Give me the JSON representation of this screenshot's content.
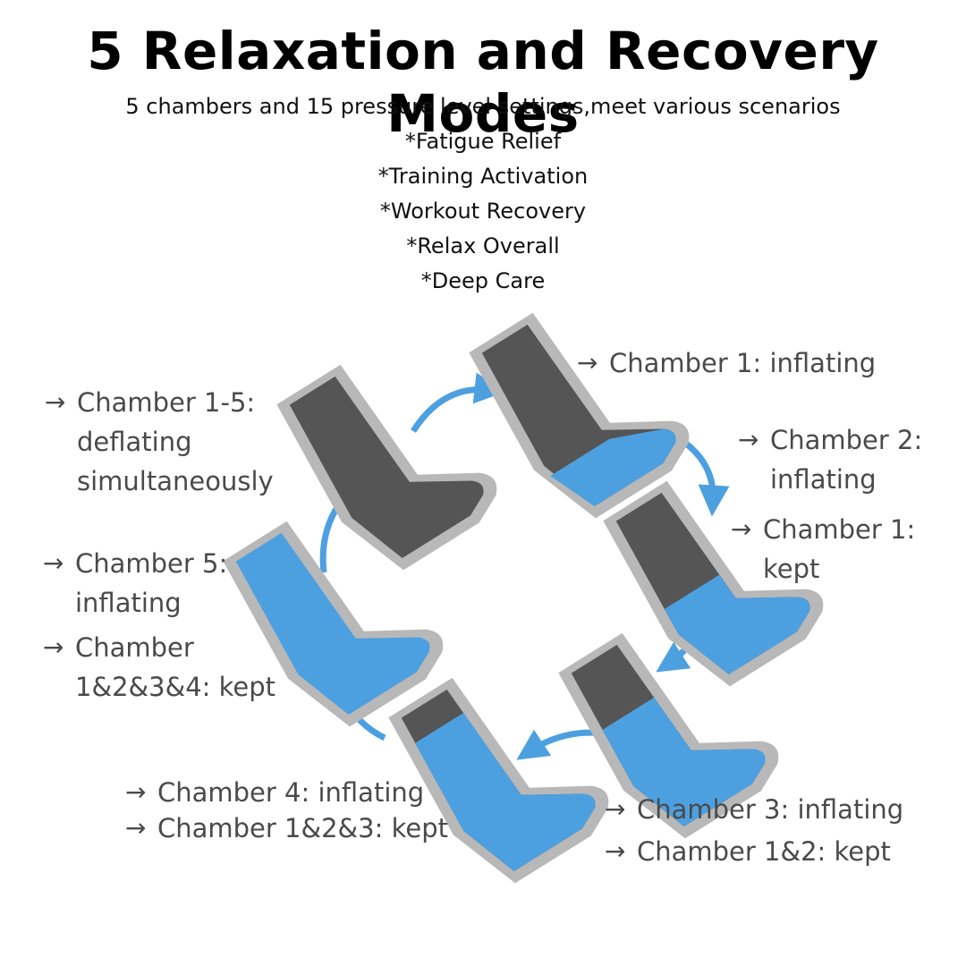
{
  "title": "5 Relaxation and Recovery Modes",
  "subtitle": "5 chambers and 15 pressure level settings,meet various scenarios",
  "modes": [
    "*Fatigue Relief",
    "*Training Activation",
    "*Workout Recovery",
    "*Relax Overall",
    "*Deep Care"
  ],
  "arrow_glyph": "→",
  "colors": {
    "inflated": "#4da0e0",
    "deflated": "#555555",
    "frame": "#b8b8b8",
    "arrow": "#4da0e0",
    "label": "#4a4a4a"
  },
  "steps": {
    "step1": {
      "lines": [
        "Chamber 1: inflating"
      ]
    },
    "step2": {
      "lines": [
        "Chamber 2:\ninflating",
        "Chamber 1:\nkept"
      ]
    },
    "step3": {
      "lines": [
        "Chamber 3: inflating",
        "Chamber 1&2: kept"
      ]
    },
    "step4": {
      "lines": [
        "Chamber 4: inflating",
        "Chamber 1&2&3: kept"
      ]
    },
    "step5": {
      "lines": [
        "Chamber 5:\ninflating",
        "Chamber\n1&2&3&4: kept"
      ]
    },
    "step6": {
      "lines": [
        "Chamber 1-5:\ndeflating\nsimultaneously"
      ]
    }
  }
}
